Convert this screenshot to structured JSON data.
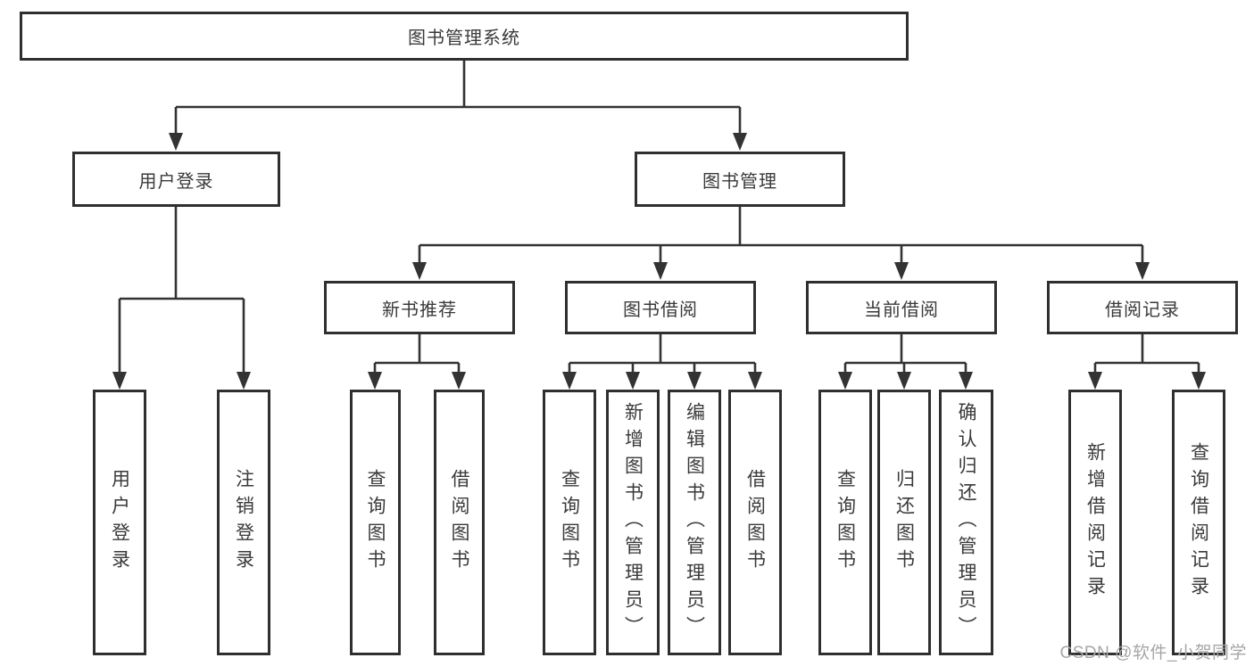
{
  "tree": {
    "root": {
      "label": "图书管理系统",
      "children": [
        {
          "label": "用户登录",
          "children": [
            {
              "label": "用户登录"
            },
            {
              "label": "注销登录"
            }
          ]
        },
        {
          "label": "图书管理",
          "children": [
            {
              "label": "新书推荐",
              "children": [
                {
                  "label": "查询图书"
                },
                {
                  "label": "借阅图书"
                }
              ]
            },
            {
              "label": "图书借阅",
              "children": [
                {
                  "label": "查询图书"
                },
                {
                  "label": "新增图书（管理员）"
                },
                {
                  "label": "编辑图书（管理员）"
                },
                {
                  "label": "借阅图书"
                }
              ]
            },
            {
              "label": "当前借阅",
              "children": [
                {
                  "label": "查询图书"
                },
                {
                  "label": "归还图书"
                },
                {
                  "label": "确认归还（管理员）"
                }
              ]
            },
            {
              "label": "借阅记录",
              "children": [
                {
                  "label": "新增借阅记录"
                },
                {
                  "label": "查询借阅记录"
                }
              ]
            }
          ]
        }
      ]
    }
  },
  "watermark": {
    "text": "CSDN @软件_小贺同学"
  },
  "colors": {
    "line_color": "#333333",
    "border_color": "#2f2f2f",
    "text_color": "#3a3a3a",
    "watermark_color": "#a6a6a6",
    "background": "#ffffff"
  }
}
